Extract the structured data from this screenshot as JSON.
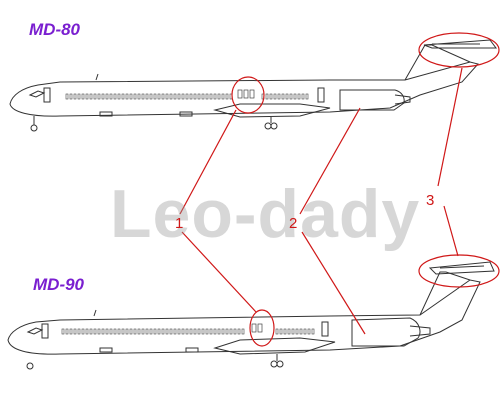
{
  "labels": {
    "top_model": "MD-80",
    "bottom_model": "MD-90"
  },
  "callouts": [
    "1",
    "2",
    "3"
  ],
  "watermark": "Leo-dady",
  "colors": {
    "model_label": "#7a1fd0",
    "callout": "#d01818",
    "line_art": "#333333",
    "watermark": "#969696"
  }
}
